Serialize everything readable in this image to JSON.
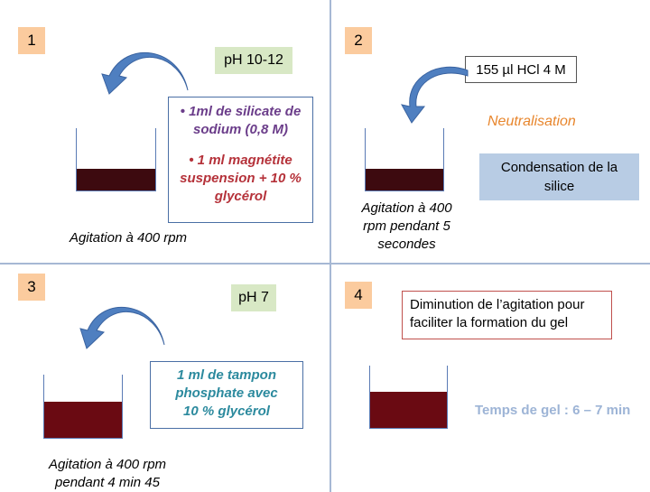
{
  "colors": {
    "divider": "#a6b8d4",
    "number_badge": "#fbcb9e",
    "ph_badge": "#d8e8c5",
    "arrow": "#4f7fc0",
    "liquid_dark": "#3d0a0f",
    "liquid_medium": "#6a0a12",
    "silicate_text": "#6b3d8a",
    "magnetite_text": "#b5323a",
    "phosphate_text": "#2c8a9e",
    "neutralisation_text": "#e8862d",
    "condensation_box": "#b8cce4",
    "gel_time_text": "#9db4d6",
    "agitation_box_border": "#c0504d"
  },
  "panel1": {
    "number": "1",
    "ph": "pH 10-12",
    "silicate_line1": "• 1ml de silicate de",
    "silicate_line2": "sodium (0,8 M)",
    "magnetite_line1": "• 1 ml magnétite",
    "magnetite_line2": "suspension + 10 %",
    "magnetite_line3": "glycérol",
    "agitation": "Agitation à 400 rpm"
  },
  "panel2": {
    "number": "2",
    "hcl": "155 µl HCl 4 M",
    "neutralisation": "Neutralisation",
    "condensation_line1": "Condensation de la",
    "condensation_line2": "silice",
    "agitation_line1": "Agitation à 400",
    "agitation_line2": "rpm pendant 5",
    "agitation_line3": "secondes"
  },
  "panel3": {
    "number": "3",
    "ph": "pH 7",
    "phosphate_line1": "1 ml  de tampon",
    "phosphate_line2": "phosphate avec",
    "phosphate_line3": "10 % glycérol",
    "agitation_line1": "Agitation à 400 rpm",
    "agitation_line2": "pendant 4 min 45"
  },
  "panel4": {
    "number": "4",
    "diminution_line1": "Diminution de l’agitation pour",
    "diminution_line2": "faciliter la formation du gel",
    "gel_time": "Temps de gel : 6 – 7 min"
  }
}
